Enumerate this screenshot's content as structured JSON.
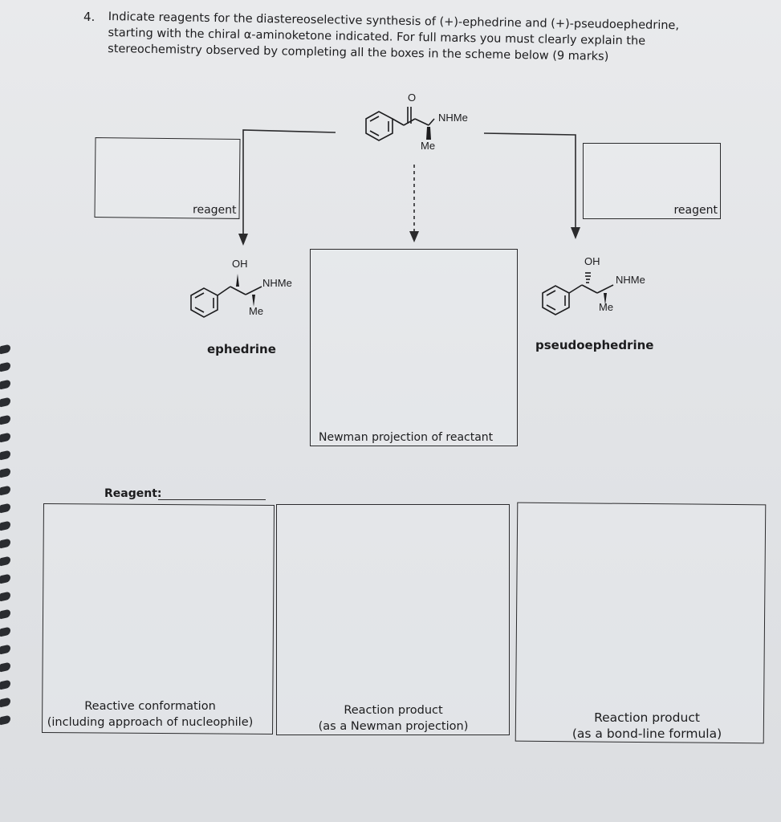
{
  "question": {
    "number": "4.",
    "text": "Indicate reagents for the diastereoselective synthesis of (+)-ephedrine and (+)-pseudoephedrine, starting with the chiral α-aminoketone indicated. For full marks you must clearly explain the stereochemistry observed by completing all the boxes in the scheme below (9 marks)"
  },
  "scheme": {
    "start_material": {
      "carbonyl_o": "O",
      "amine": "NHMe",
      "methyl": "Me"
    },
    "left_box_label": "reagent",
    "right_box_label": "reagent",
    "ephedrine": {
      "hydroxyl": "OH",
      "amine": "NHMe",
      "methyl": "Me",
      "name": "ephedrine"
    },
    "pseudoephedrine": {
      "hydroxyl": "OH",
      "amine": "NHMe",
      "methyl": "Me",
      "name": "pseudoephedrine"
    },
    "center_box_label": "Newman projection of reactant"
  },
  "answer_section": {
    "reagent_prompt": "Reagent:",
    "boxes": [
      {
        "caption_line1": "Reactive conformation",
        "caption_line2": "(including approach of nucleophile)"
      },
      {
        "caption_line1": "Reaction product",
        "caption_line2": "(as a Newman projection)"
      },
      {
        "caption_line1": "Reaction product",
        "caption_line2": "(as a bond-line formula)"
      }
    ]
  }
}
